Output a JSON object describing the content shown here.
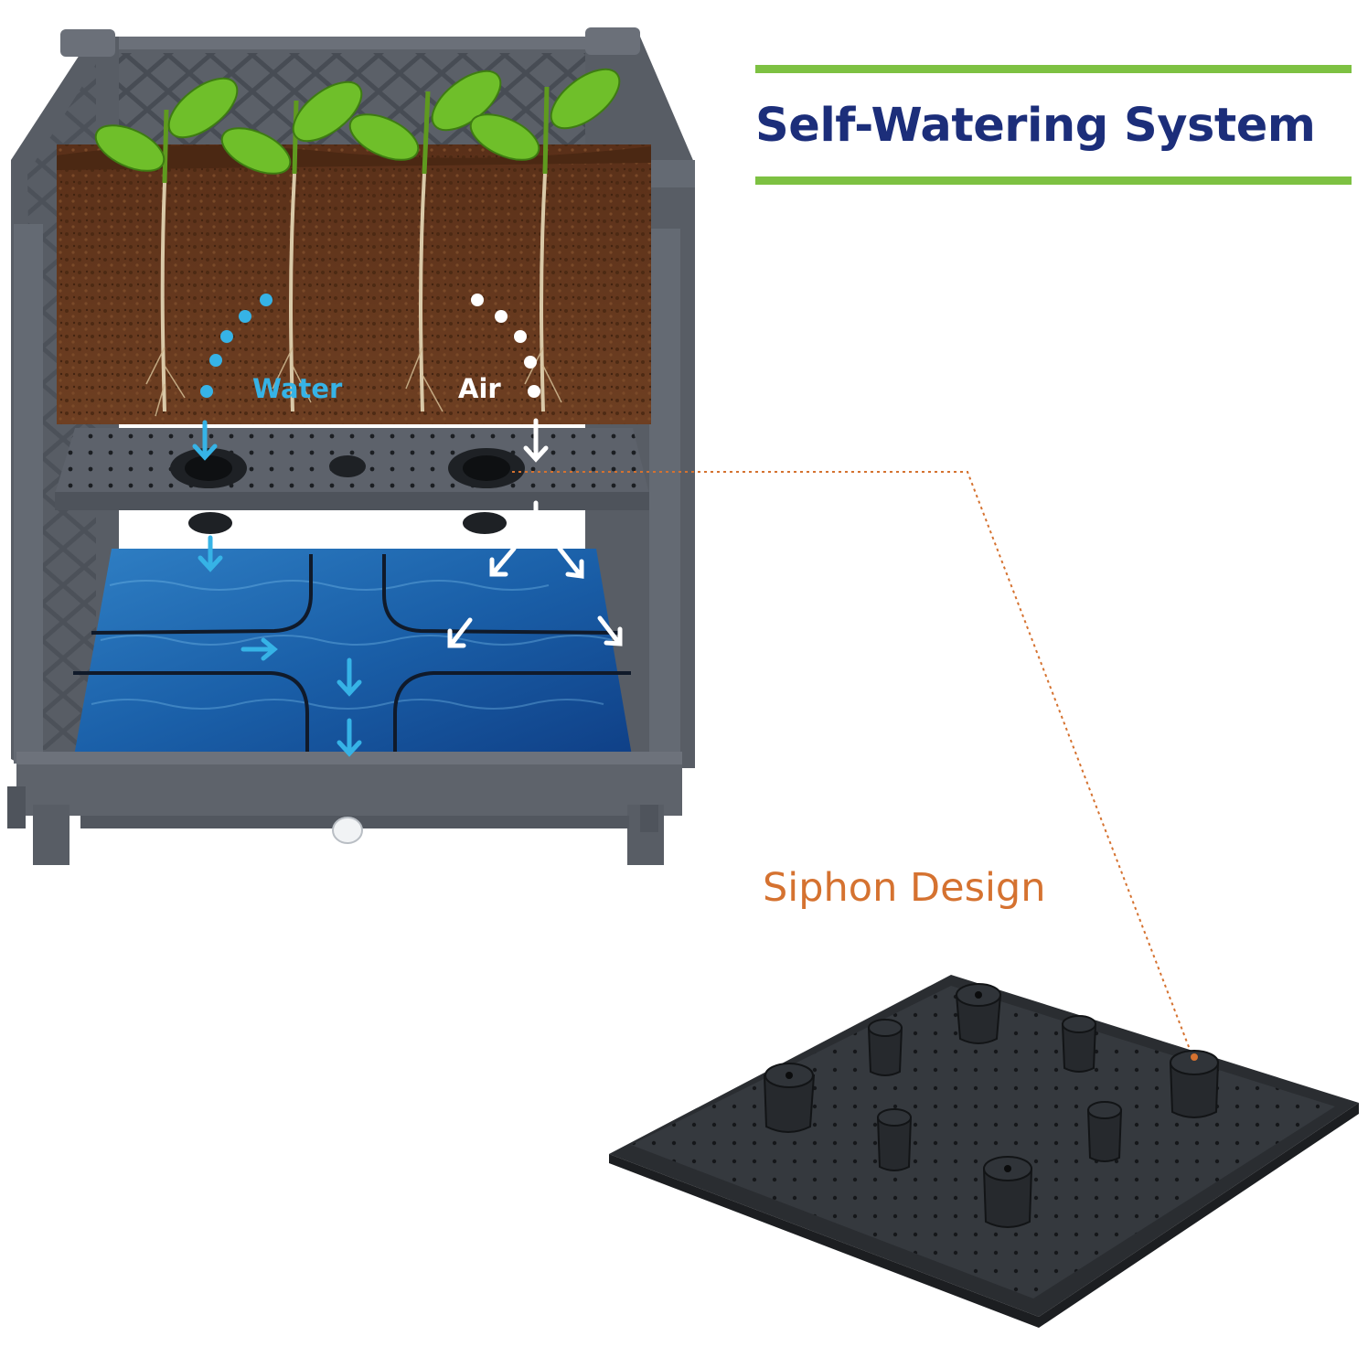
{
  "heading": {
    "title": "Self-Watering System"
  },
  "labels": {
    "water": "Water",
    "air": "Air",
    "siphon": "Siphon Design"
  },
  "colors": {
    "heading": "#1c2e7a",
    "rule": "#7dc142",
    "water": "#36b3e6",
    "air": "#ffffff",
    "siphon": "#d57230",
    "planter": "#5a6069",
    "soil": "#6b3e22"
  },
  "icons": [
    "planter-illustration",
    "seedling-icon",
    "water-reservoir",
    "siphon-tray-illustration",
    "flow-arrow-icon"
  ]
}
